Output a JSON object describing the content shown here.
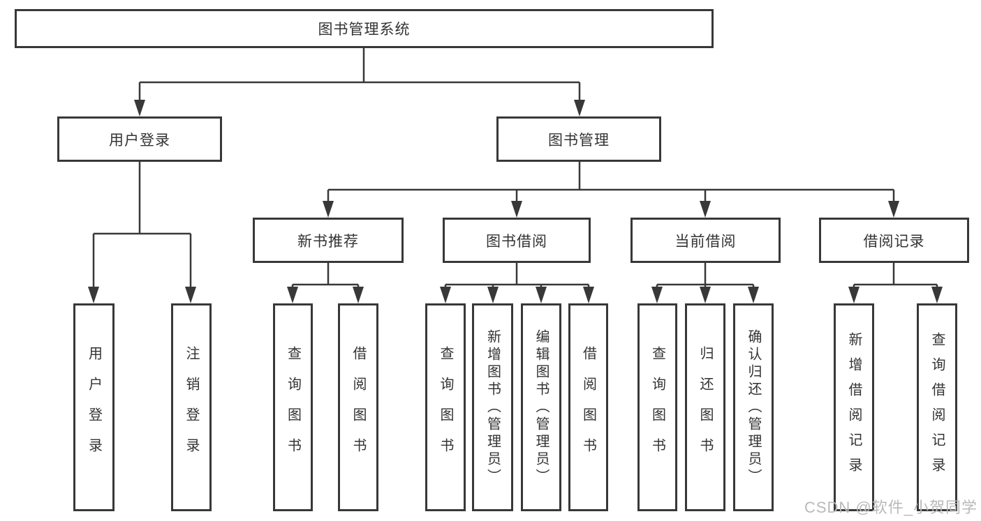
{
  "tree": {
    "root": {
      "label": "图书管理系统",
      "children": [
        {
          "label": "用户登录",
          "children": [
            {
              "label": "用户登录"
            },
            {
              "label": "注销登录"
            }
          ]
        },
        {
          "label": "图书管理",
          "children": [
            {
              "label": "新书推荐",
              "children": [
                {
                  "label": "查询图书"
                },
                {
                  "label": "借阅图书"
                }
              ]
            },
            {
              "label": "图书借阅",
              "children": [
                {
                  "label": "查询图书"
                },
                {
                  "label": "新增图书（管理员）"
                },
                {
                  "label": "编辑图书（管理员）"
                },
                {
                  "label": "借阅图书"
                }
              ]
            },
            {
              "label": "当前借阅",
              "children": [
                {
                  "label": "查询图书"
                },
                {
                  "label": "归还图书"
                },
                {
                  "label": "确认归还（管理员）"
                }
              ]
            },
            {
              "label": "借阅记录",
              "children": [
                {
                  "label": "新增借阅记录"
                },
                {
                  "label": "查询借阅记录"
                }
              ]
            }
          ]
        }
      ]
    }
  },
  "watermark": "CSDN @软件_小贺同学",
  "colors": {
    "line": "#383838",
    "text": "#333333",
    "background": "#ffffff",
    "watermark": "#b9b9b9"
  }
}
